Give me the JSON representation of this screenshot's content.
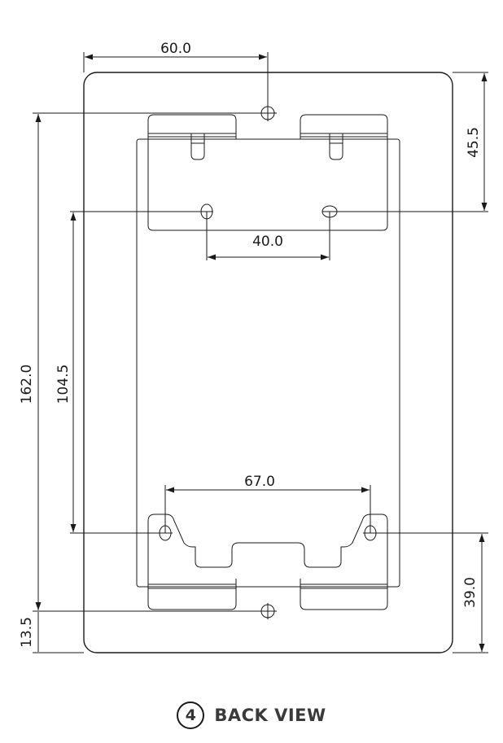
{
  "dimensions": {
    "top_width": "60.0",
    "top_height": "45.5",
    "hole_spacing_top": "40.0",
    "overall_height": "162.0",
    "hole_vertical_spacing": "104.5",
    "hole_spacing_bottom": "67.0",
    "bottom_height": "39.0",
    "bottom_offset": "13.5"
  },
  "caption": {
    "number": "4",
    "label": "BACK VIEW"
  }
}
